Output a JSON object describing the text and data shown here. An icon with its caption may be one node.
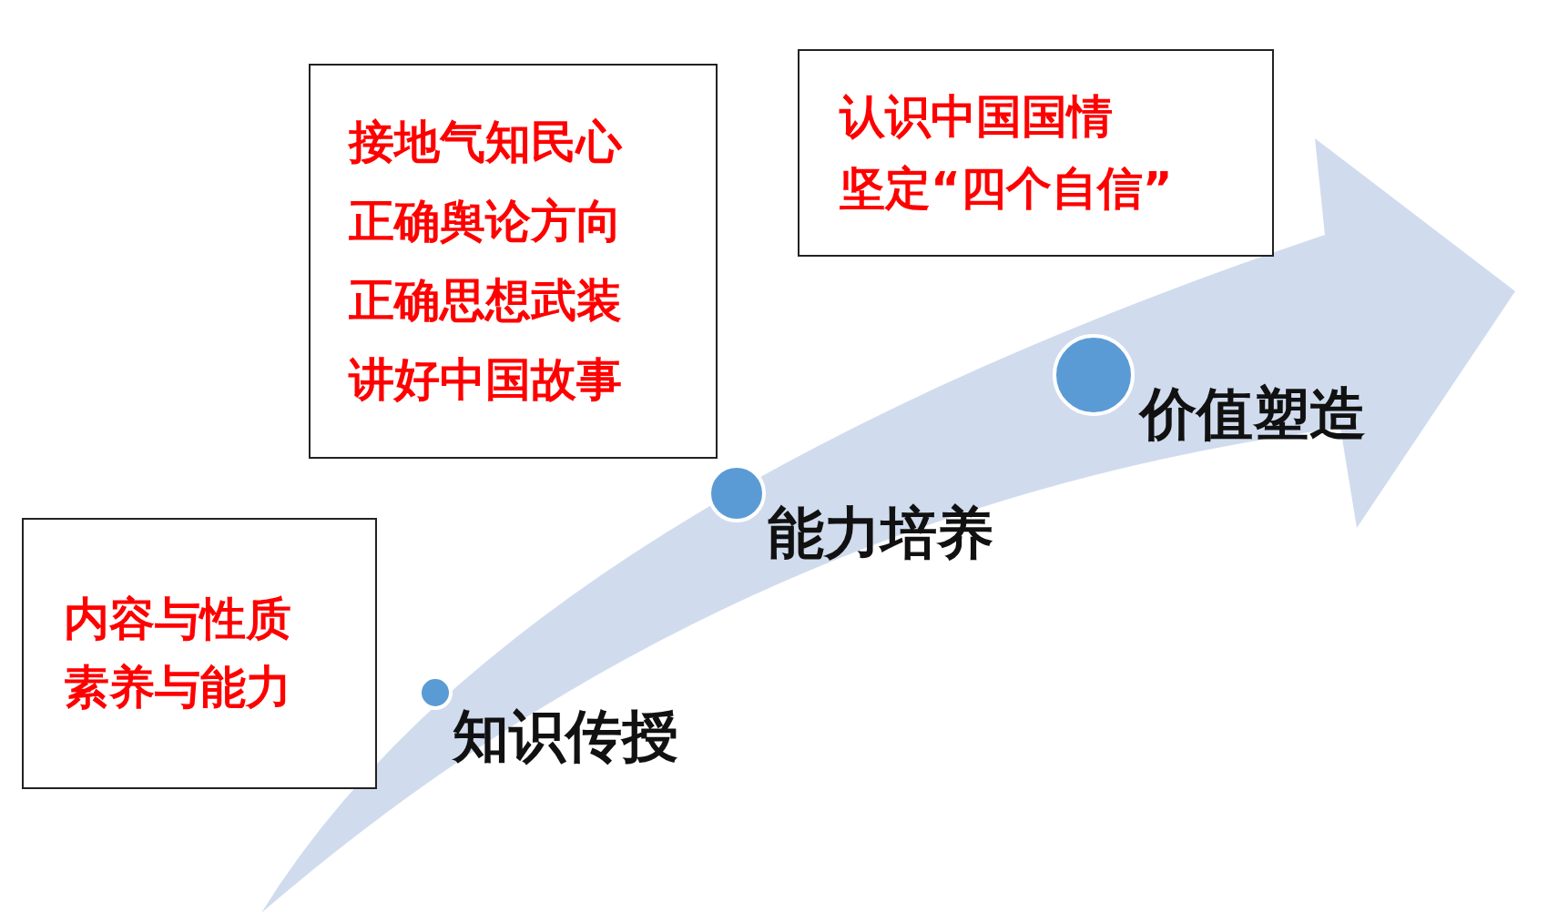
{
  "diagram": {
    "nodes": [
      {
        "text": [
          "内容与性质",
          "素养与能力"
        ]
      },
      {
        "text": [
          "接地气知民心",
          "正确舆论方向",
          "正确思想武装",
          "讲好中国故事"
        ]
      },
      {
        "text": [
          "认识中国国情",
          "坚定“四个自信”"
        ]
      },
      {
        "text": [],
        "shape": "circle",
        "beside": [
          "知识传授"
        ]
      },
      {
        "text": [],
        "shape": "circle",
        "beside": [
          "能力培养"
        ]
      },
      {
        "text": [],
        "shape": "circle",
        "beside": [
          "价值塑造"
        ]
      }
    ]
  }
}
